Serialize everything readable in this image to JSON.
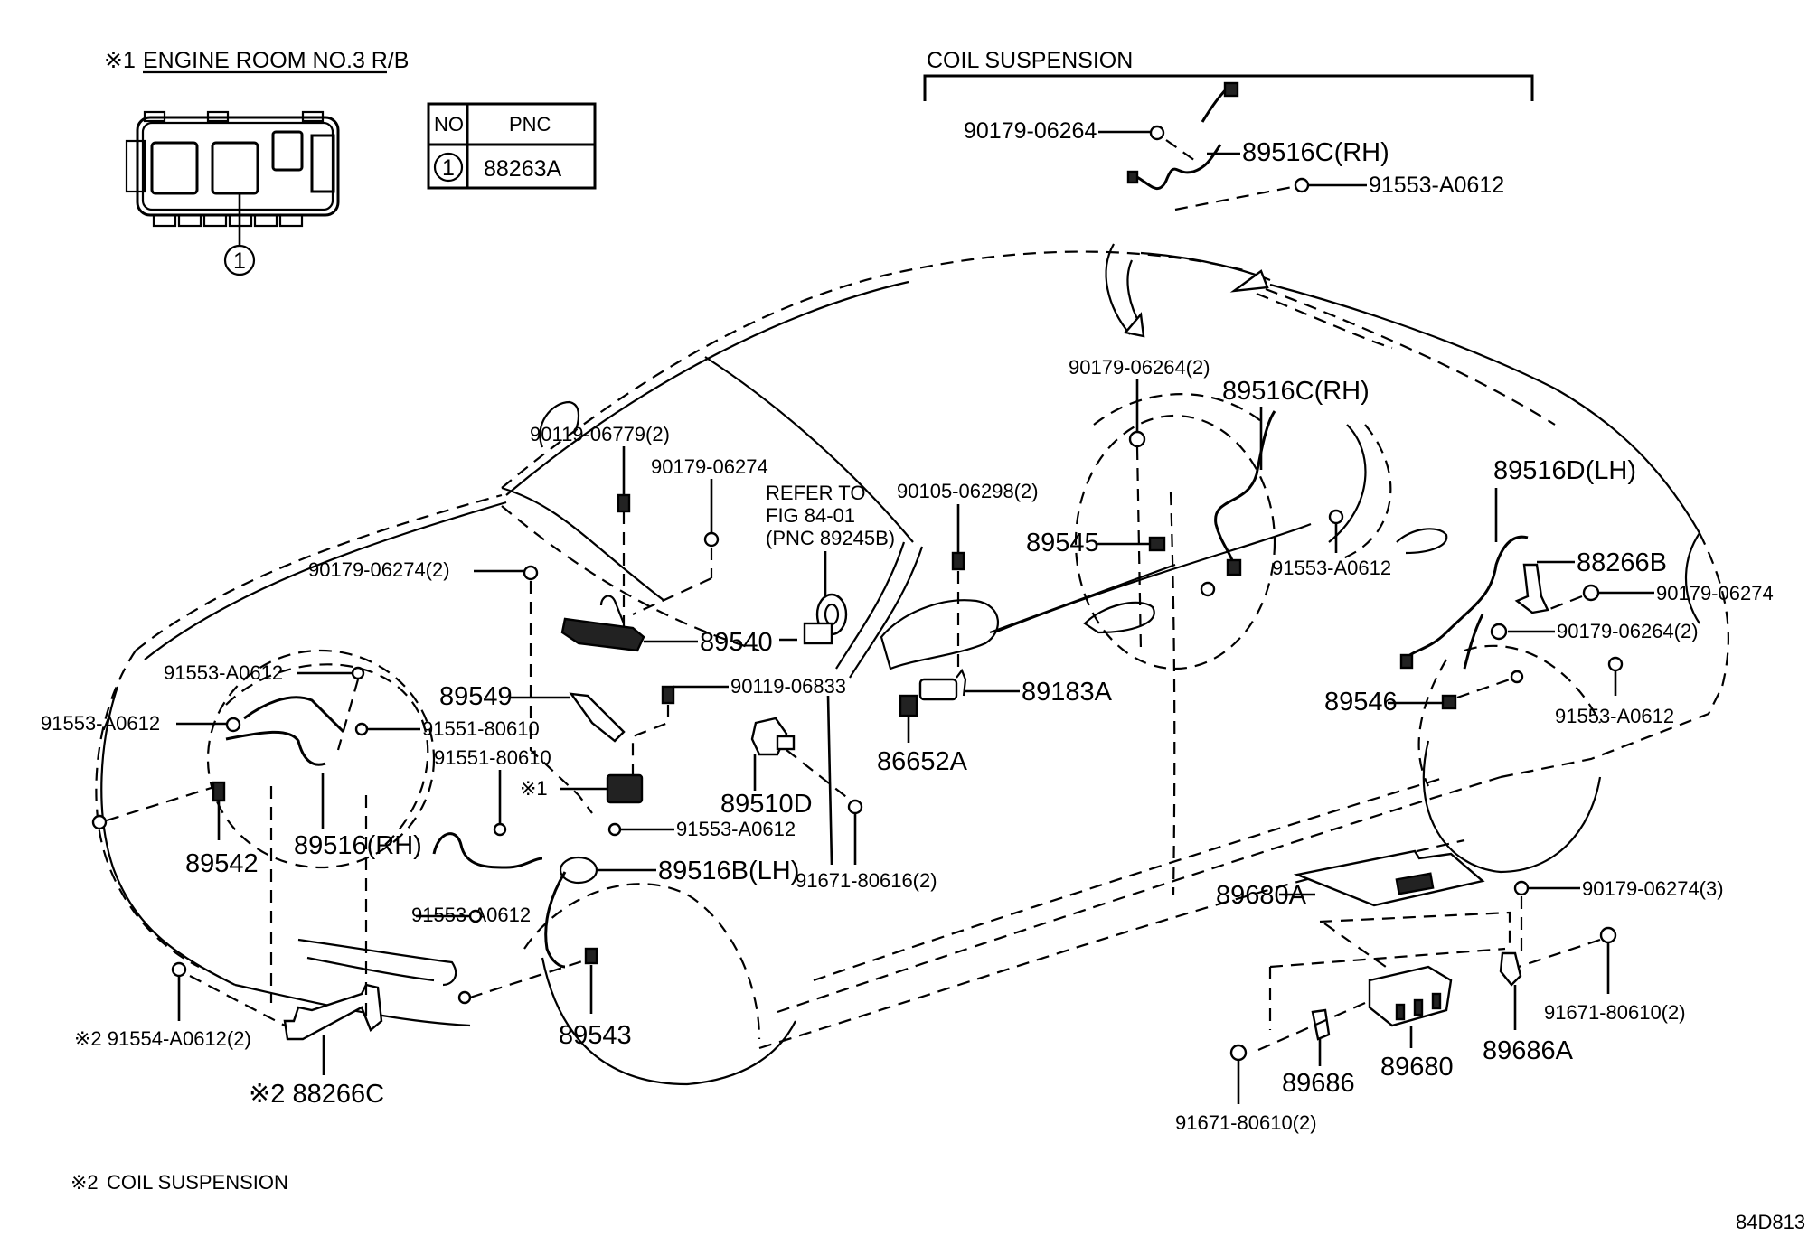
{
  "diagram": {
    "figure_id": "84D813",
    "colors": {
      "line": "#000000",
      "background": "#ffffff"
    },
    "inset_relay_box": {
      "title_mark": "※1",
      "title": "ENGINE ROOM NO.3 R/B",
      "callout": "1",
      "table": {
        "headers": [
          "NO.",
          "PNC"
        ],
        "rows": [
          {
            "no": "1",
            "pnc": "88263A"
          }
        ]
      }
    },
    "inset_coil_suspension": {
      "title": "COIL SUSPENSION",
      "labels": [
        "90179-06264",
        "89516C(RH)",
        "91553-A0612"
      ]
    },
    "reference_note": {
      "line1": "REFER TO",
      "line2": "FIG 84-01",
      "line3": "(PNC 89245B)"
    },
    "footnote": {
      "mark": "※2",
      "text": "COIL SUSPENSION"
    },
    "labels": [
      {
        "id": "l01",
        "text": "90119-06779(2)"
      },
      {
        "id": "l02",
        "text": "90179-06274"
      },
      {
        "id": "l03",
        "text": "90179-06274(2)"
      },
      {
        "id": "l04",
        "text": "89540"
      },
      {
        "id": "l05",
        "text": "90105-06298(2)"
      },
      {
        "id": "l06",
        "text": "90179-06264(2)"
      },
      {
        "id": "l07",
        "text": "89516C(RH)"
      },
      {
        "id": "l08",
        "text": "89545"
      },
      {
        "id": "l09",
        "text": "91553-A0612"
      },
      {
        "id": "l10",
        "text": "89516D(LH)"
      },
      {
        "id": "l11",
        "text": "88266B"
      },
      {
        "id": "l12",
        "text": "90179-06274"
      },
      {
        "id": "l13",
        "text": "90179-06264(2)"
      },
      {
        "id": "l14",
        "text": "89546"
      },
      {
        "id": "l15",
        "text": "91553-A0612"
      },
      {
        "id": "l16",
        "text": "91553-A0612"
      },
      {
        "id": "l17",
        "text": "91553-A0612"
      },
      {
        "id": "l18",
        "text": "89549"
      },
      {
        "id": "l19",
        "text": "90119-06833"
      },
      {
        "id": "l20",
        "text": "91551-80610"
      },
      {
        "id": "l21",
        "text": "91551-80610"
      },
      {
        "id": "l22",
        "text": "※1"
      },
      {
        "id": "l23",
        "text": "89510D"
      },
      {
        "id": "l24",
        "text": "89542"
      },
      {
        "id": "l25",
        "text": "89516(RH)"
      },
      {
        "id": "l26",
        "text": "91553-A0612"
      },
      {
        "id": "l27",
        "text": "89516B(LH)"
      },
      {
        "id": "l28",
        "text": "91671-80616(2)"
      },
      {
        "id": "l29",
        "text": "91553-A0612"
      },
      {
        "id": "l30",
        "text": "89183A"
      },
      {
        "id": "l31",
        "text": "86652A"
      },
      {
        "id": "l32",
        "text": "89680A"
      },
      {
        "id": "l33",
        "text": "90179-06274(3)"
      },
      {
        "id": "l34",
        "text": "91671-80610(2)"
      },
      {
        "id": "l35",
        "text": "89686A"
      },
      {
        "id": "l36",
        "text": "89680"
      },
      {
        "id": "l37",
        "text": "89686"
      },
      {
        "id": "l38",
        "text": "91671-80610(2)"
      },
      {
        "id": "l39",
        "text": "89543"
      },
      {
        "id": "l40",
        "text": "※2 91554-A0612(2)"
      },
      {
        "id": "l41",
        "text": "※2 88266C"
      }
    ]
  }
}
